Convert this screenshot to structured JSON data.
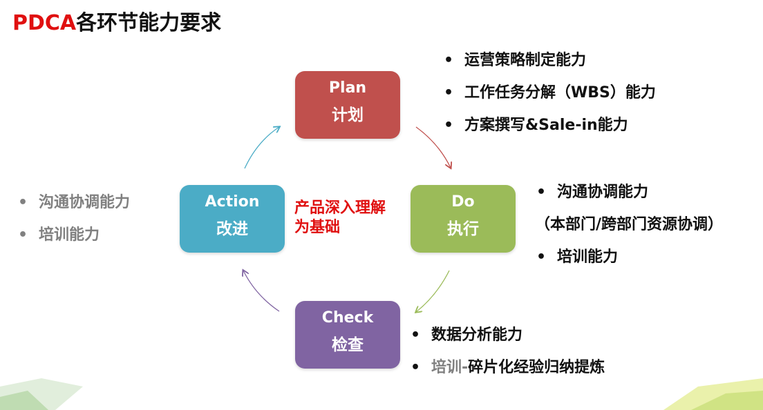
{
  "title": {
    "accent": "PDCA",
    "rest": "各环节能力要求"
  },
  "center_text": {
    "line1": "产品深入理解",
    "line2": "为基础"
  },
  "boxes": {
    "plan": {
      "en": "Plan",
      "zh": "计划",
      "color": "#c0504d"
    },
    "do": {
      "en": "Do",
      "zh": "执行",
      "color": "#9bbb59"
    },
    "check": {
      "en": "Check",
      "zh": "检查",
      "color": "#8064a2"
    },
    "action": {
      "en": "Action",
      "zh": "改进",
      "color": "#4bacc6"
    }
  },
  "plan_items": [
    "运营策略制定能力",
    "工作任务分解（WBS）能力",
    "方案撰写&Sale-in能力"
  ],
  "do_items": [
    "沟通协调能力",
    "（本部门/跨部门资源协调）",
    "培训能力"
  ],
  "check_items": {
    "item1": "数据分析能力",
    "item2_gray": "培训-",
    "item2_black": "碎片化经验归纳提炼"
  },
  "action_items": [
    "沟通协调能力",
    "培训能力"
  ]
}
